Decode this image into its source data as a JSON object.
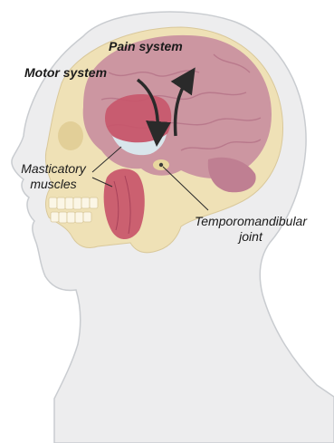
{
  "labels": {
    "pain_system": "Pain system",
    "motor_system": "Motor system",
    "masticatory_line1": "Masticatory",
    "masticatory_line2": "muscles",
    "tmj_line1": "Temporomandibular",
    "tmj_line2": "joint"
  },
  "colors": {
    "skin": "#ededee",
    "skin_outline": "#c9ccd0",
    "skull": "#efe1b6",
    "brain": "#c98fa0",
    "brain_fold": "#b57387",
    "muscle": "#c8556a",
    "arrow": "#2a2a2a",
    "text": "#1a1a1a"
  }
}
